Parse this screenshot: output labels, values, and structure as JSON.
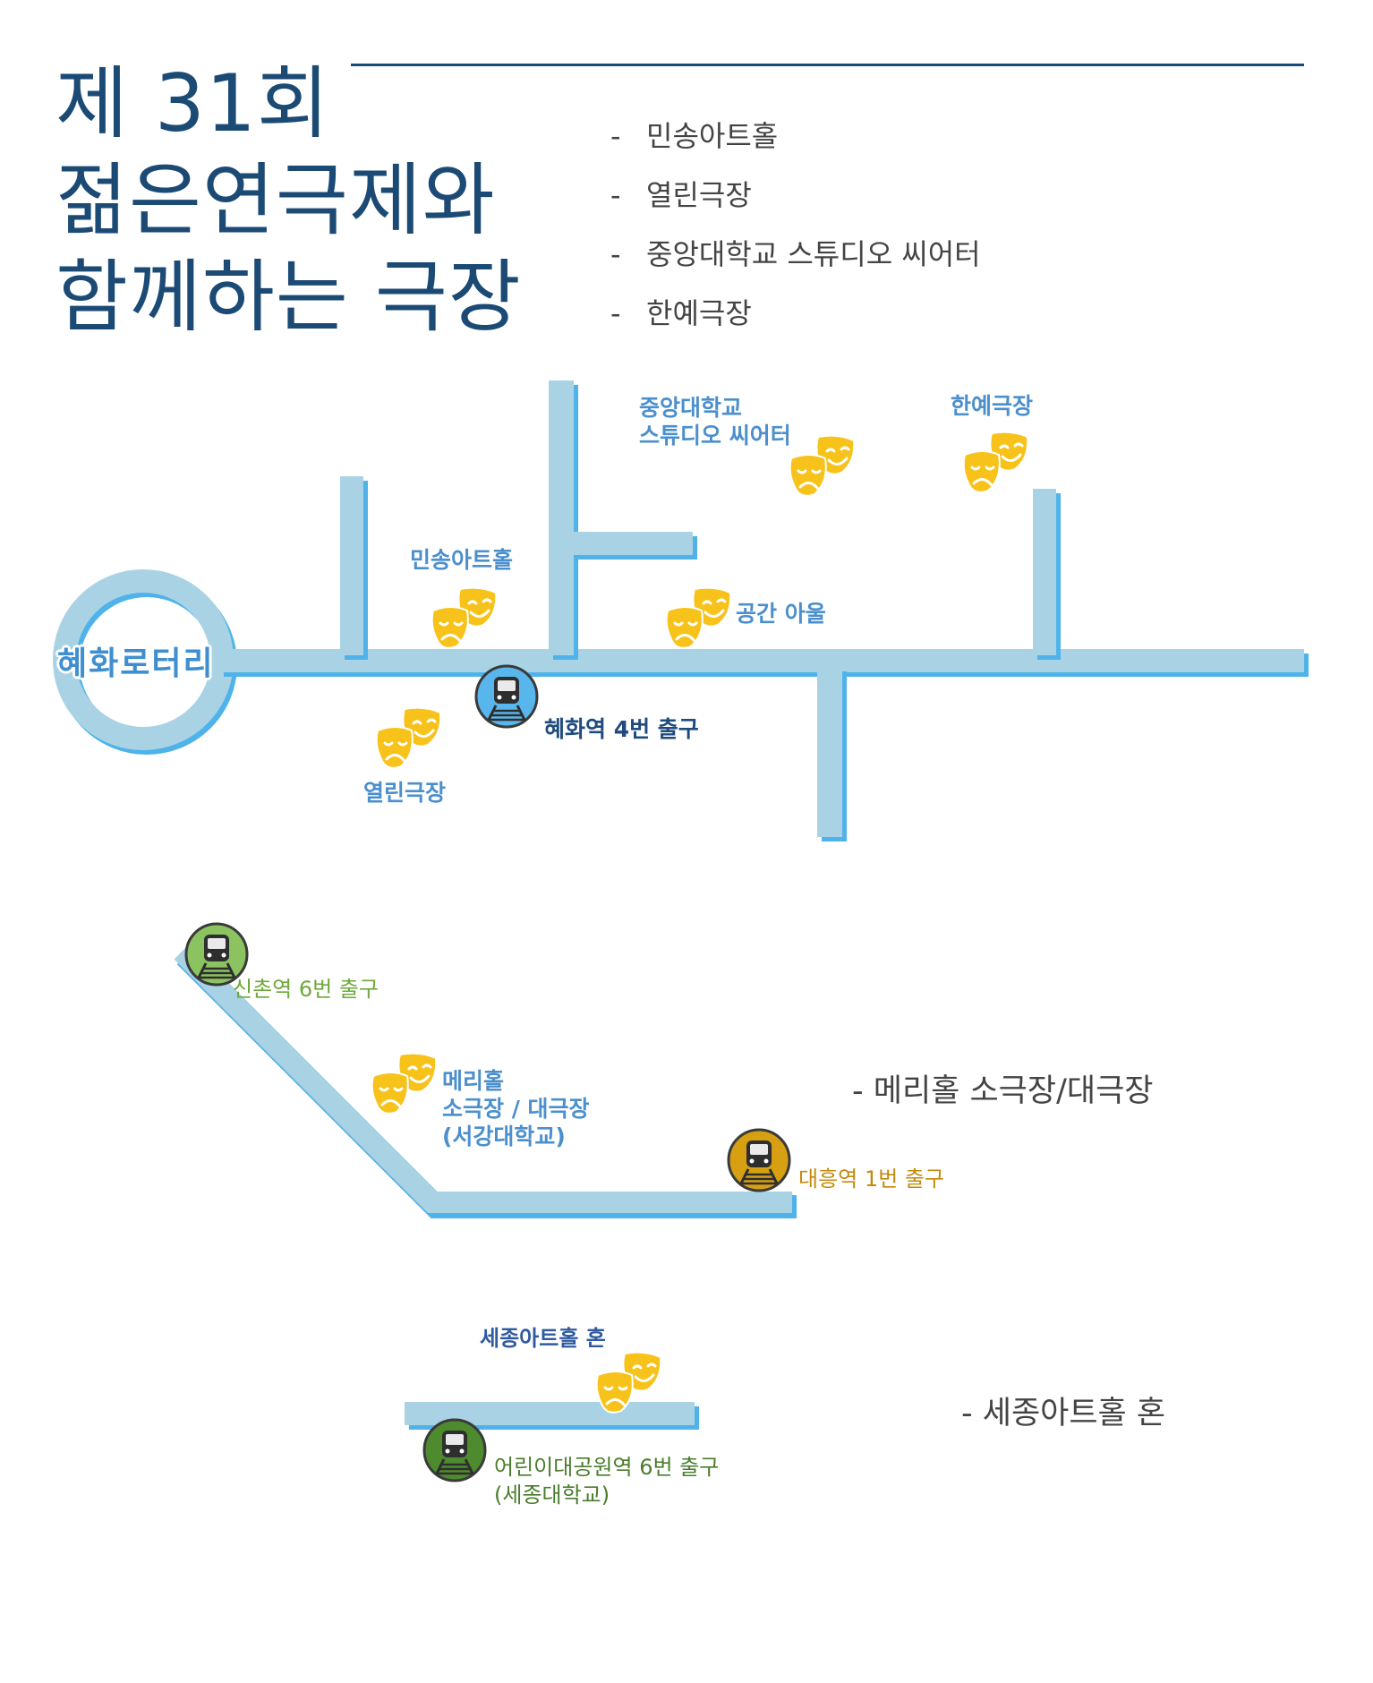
{
  "title": {
    "line1": "제 31회",
    "line2": "젊은연극제와",
    "line3": "함께하는 극장"
  },
  "venue_list": [
    {
      "dash": "-",
      "name": "민송아트홀"
    },
    {
      "dash": "-",
      "name": "열린극장"
    },
    {
      "dash": "-",
      "name": "중앙대학교 스튜디오 씨어터"
    },
    {
      "dash": "-",
      "name": "한예극장"
    }
  ],
  "map1": {
    "rotary": "혜화로터리",
    "theaters": {
      "minsong": "민송아트홀",
      "cau_line1": "중앙대학교",
      "cau_line2": "스튜디오 씨어터",
      "hanye": "한예극장",
      "gonggan": "공간 아울",
      "yeollin": "열린극장"
    },
    "station": "혜화역 4번 출구"
  },
  "map2": {
    "station_top": "신촌역 6번 출구",
    "theater_line1": "메리홀",
    "theater_line2": "소극장 / 대극장",
    "theater_line3": "(서강대학교)",
    "station_right": "대흥역 1번 출구",
    "caption": "- 메리홀 소극장/대극장"
  },
  "map3": {
    "theater": "세종아트홀 혼",
    "station_line1": "어린이대공원역 6번 출구",
    "station_line2": "(세종대학교)",
    "caption": "- 세종아트홀 혼"
  },
  "icons": {
    "mask": "theater-masks-icon",
    "station": "subway-train-icon"
  },
  "colors": {
    "title": "#1b4a75",
    "road": "#a9d3e5",
    "road_shadow": "#4fb3ea",
    "mask": "#f7c21a",
    "station_blue": "#59b6ec",
    "station_green": "#8cc361",
    "station_gold": "#d6a012",
    "station_dgreen": "#4e8b2f"
  }
}
